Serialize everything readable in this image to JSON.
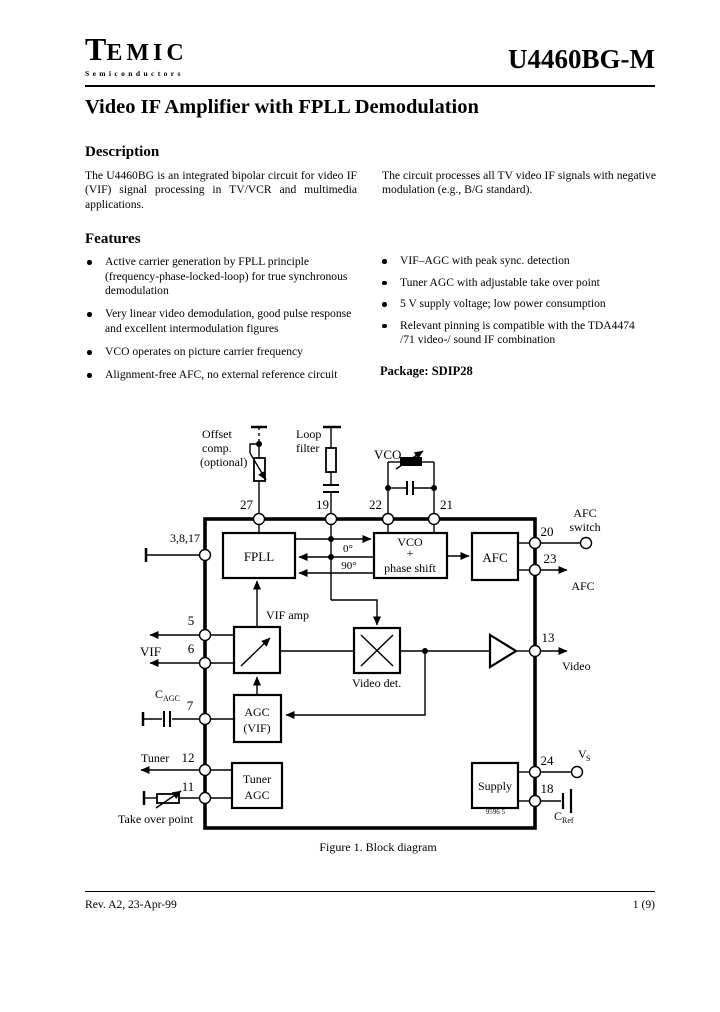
{
  "header": {
    "brand_initial": "T",
    "brand_rest": "EMIC",
    "brand_sub": "Semiconductors",
    "part_number": "U4460BG-M"
  },
  "title": "Video IF Amplifier with FPLL Demodulation",
  "description": {
    "heading": "Description",
    "col_left": "The U4460BG is an integrated bipolar circuit for video IF (VIF) signal processing in TV/VCR and multimedia applications.",
    "col_right": "The circuit processes all TV video IF signals with negative modulation (e.g., B/G standard)."
  },
  "features": {
    "heading": "Features",
    "left": [
      "Active carrier generation by FPLL principle (frequency-phase-locked-loop) for true synchronous demodulation",
      "Very linear video demodulation, good pulse response and excellent intermodulation figures",
      "VCO operates on picture carrier frequency",
      "Alignment-free AFC, no external reference circuit"
    ],
    "right": [
      "VIF–AGC with peak sync. detection",
      "Tuner AGC with adjustable take over point",
      "5 V supply voltage; low power consumption",
      "Relevant pinning is compatible with the TDA4474 /71 video-/ sound IF combination"
    ],
    "package_label": "Package:",
    "package_value": " SDIP28"
  },
  "diagram": {
    "blocks": {
      "fpll": "FPLL",
      "vco_line1": "VCO",
      "vco_line2": "+",
      "vco_line3": "phase shift",
      "afc": "AFC",
      "agc_line1": "AGC",
      "agc_line2": "(VIF)",
      "tuner_agc_line1": "Tuner",
      "tuner_agc_line2": "AGC",
      "supply": "Supply"
    },
    "labels": {
      "offset_line1": "Offset",
      "offset_line2": "comp.",
      "offset_line3": "(optional)",
      "loop_line1": "Loop",
      "loop_line2": "filter",
      "vco_ext": "VCO",
      "deg0": "0°",
      "deg90": "90°",
      "vif_amp": "VIF amp",
      "video_det": "Video det.",
      "afc_switch_line1": "AFC",
      "afc_switch_line2": "switch",
      "afc_out": "AFC",
      "video_out": "Video",
      "vif_in": "VIF",
      "tuner": "Tuner",
      "take_over_point": "Take over point",
      "cagc_main": "C",
      "cagc_sub": "AGC",
      "vs_main": "V",
      "vs_sub": "S",
      "cref_main": "C",
      "cref_sub": "Ref"
    },
    "pins": {
      "top": [
        "27",
        "19",
        "22",
        "21"
      ],
      "left": [
        "3,8,17",
        "5",
        "6",
        "7",
        "12",
        "11"
      ],
      "right": [
        "20",
        "23",
        "13",
        "24",
        "18"
      ]
    },
    "drawing_number": "9596 5"
  },
  "figure": {
    "caption": "Figure 1.  Block diagram"
  },
  "footer": {
    "left": "Rev. A2, 23-Apr-99",
    "right": "1 (9)"
  }
}
